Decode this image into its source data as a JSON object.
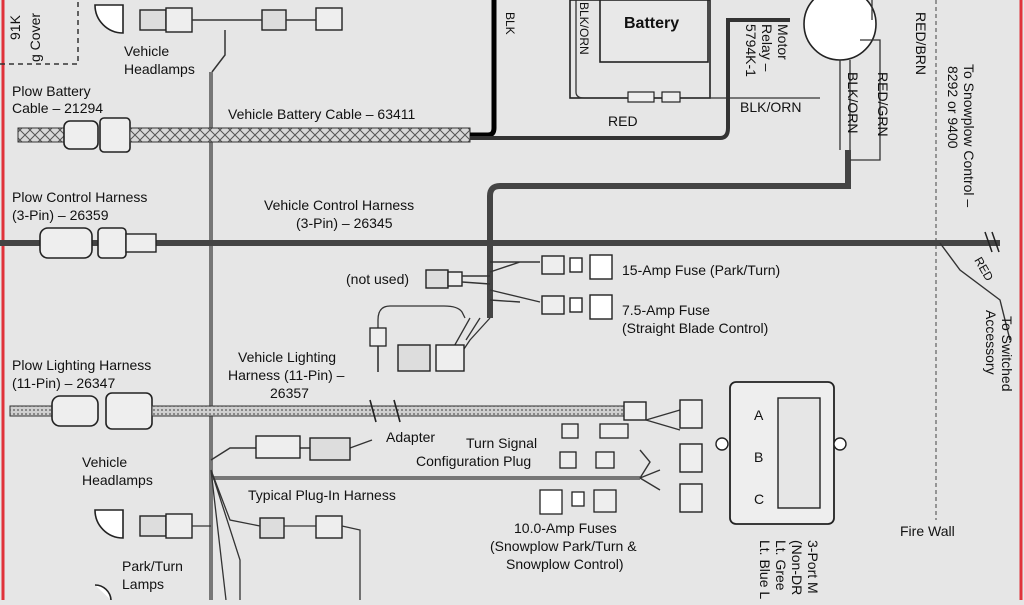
{
  "frame_color": "#e0323a",
  "labels": {
    "cover_part": "91K",
    "cover_word": "g Cover",
    "headlamps_top": [
      "Vehicle",
      "Headlamps"
    ],
    "plow_battery": [
      "Plow Battery",
      "Cable – 21294"
    ],
    "vehicle_battery_cable": "Vehicle Battery Cable – 63411",
    "plow_control": [
      "Plow Control Harness",
      "(3-Pin) – 26359"
    ],
    "vehicle_control": [
      "Vehicle Control Harness",
      "(3-Pin) – 26345"
    ],
    "not_used": "(not used)",
    "fuse_15": "15-Amp Fuse (Park/Turn)",
    "fuse_75": [
      "7.5-Amp Fuse",
      "(Straight Blade Control)"
    ],
    "plow_lighting": [
      "Plow Lighting Harness",
      "(11-Pin) – 26347"
    ],
    "vehicle_lighting": [
      "Vehicle Lighting",
      "Harness (11-Pin) –",
      "26357"
    ],
    "adapter": "Adapter",
    "turn_signal": [
      "Turn Signal",
      "Configuration Plug"
    ],
    "plug_in": "Typical Plug-In Harness",
    "headlamps_bottom": [
      "Vehicle",
      "Headlamps"
    ],
    "park_turn": [
      "Park/Turn",
      "Lamps"
    ],
    "fuses_10": [
      "10.0-Amp Fuses",
      "(Snowplow Park/Turn &",
      "Snowplow Control)"
    ],
    "fire_wall": "Fire Wall",
    "battery": "Battery",
    "blk": "BLK",
    "blk_orn_1": "BLK/ORN",
    "motor_relay": [
      "Motor",
      "Relay –",
      "5794K-1"
    ],
    "red": "RED",
    "blk_orn_2": "BLK/ORN",
    "blk_orn_3": "BLK/ORN",
    "red_grn": "RED/GRN",
    "red_brn": "RED/BRN",
    "snowplow_control": [
      "To Snowplow Control –",
      "8292 or 9400"
    ],
    "red_2": "RED",
    "switched_accessory": [
      "To Switched",
      "Accessory"
    ],
    "port_a": "A",
    "port_b": "B",
    "port_c": "C",
    "module": [
      "3-Port M",
      "(Non-DR",
      "Lt. Gree",
      "Lt. Blue L"
    ]
  }
}
